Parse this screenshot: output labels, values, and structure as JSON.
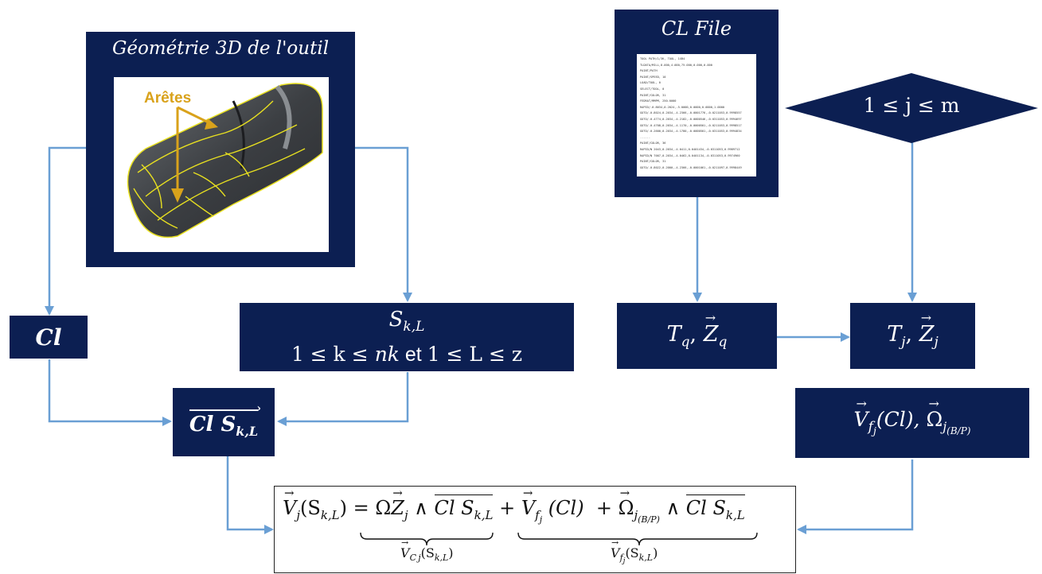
{
  "tool_geometry": {
    "title": "Géométrie 3D de l'outil",
    "edges_label": "Arêtes"
  },
  "cl_file": {
    "title": "CL File",
    "lines": [
      "TOOL PATH/1/3K, TOOL, 1XB4",
      "TLDATA/MILL,8.000,4.000,75.000,0.000,0.000",
      "PAINT/PATH",
      "PAINT/SPEED, 10",
      "LOAD/TOOL, 0",
      "SELECT/TOOL, 0",
      "PAINT/COLOR, 31",
      "FEDRAT/MMPM, 250.0000",
      "RAPID/-0.8034,0.2024,-5.0000,0.0000,0.0000,1.0000",
      "GOTO/-0.8024,0.2034,-4.2366,-0.0001776,-0.0211053,0.9998557",
      "GOTO/-0.4774,0.2034,-4.2182,-0.0000546,-0.0311053,0.9994697",
      "GOTO/-0.4708,0.2034,-4.1170,-0.0000501,-0.0211053,0.9998517",
      "GOTO/-0.2600,0.2034,-4.1780,-0.0000501,-0.0311053,0.9994834",
      "......",
      "PAINT/COLOR, 36",
      "RAPID/N 2043,0.2034,-4.0411,0.0401434,-0.0311053,0.9989712",
      "RAPID/N 7007,0.2034,-4.0462,0.0401134,-0.0311053,0.9974960",
      "PAINT/COLOR, 31",
      "GOTO/-0.8022,0.2000,-4.2366,-0.0001061,-0.0211097,0.9998449"
    ]
  },
  "condition_j": "1 ≤ j ≤ m",
  "cl_point": "Cl",
  "skl": {
    "symbol": "S",
    "sub": "k,L",
    "range_k": "1 ≤ k ≤ ",
    "nk": "nk",
    "et": " et ",
    "range_L": "1 ≤ L ≤ z"
  },
  "tq": {
    "T": "T",
    "q": "q",
    "sep": ", ",
    "Z": "Z"
  },
  "tj": {
    "T": "T",
    "j": "j",
    "sep": ", ",
    "Z": "Z"
  },
  "vector_cl_skl": {
    "Cl": "Cl",
    "S": "S",
    "sub": "k,L"
  },
  "vf_omega": {
    "V": "V",
    "f": "f",
    "j": "j",
    "Cl": "(Cl), ",
    "Omega": "Ω",
    "sub": "(B/P)"
  },
  "equation": {
    "lhs_V": "V",
    "lhs_j": "j",
    "lhs_arg": "(S",
    "lhs_sub": "k,L",
    "lhs_close": ") =",
    "omega": "Ω",
    "Zj": "Z",
    "wedge": "∧",
    "plus": "+",
    "ClS": "Cl S",
    "vc_label": "V",
    "vc_sub": "C",
    "vc_arg": "(S",
    "vc_arg_sub": "k,L",
    "vf_label": "V",
    "vf_sub": "f",
    "vf_arg": "(S",
    "vf_arg_sub": "k,L",
    "cl_term": "(Cl)",
    "plus2": "+",
    "omega2_sub": "(B/P)"
  },
  "colors": {
    "box": "#0c1f52",
    "arrow": "#6a9fd4",
    "edge_gold": "#d9a21b",
    "tool_outline": "#e8e020"
  }
}
